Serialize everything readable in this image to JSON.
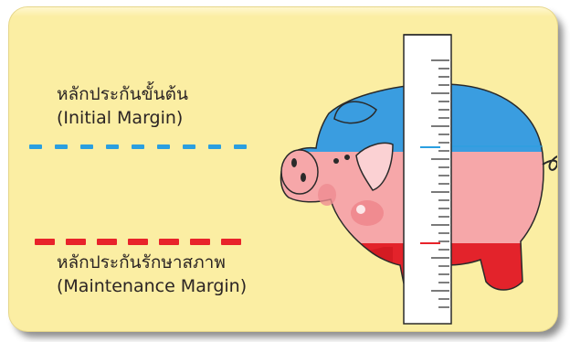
{
  "initial_margin": {
    "thai": "หลักประกันขั้นต้น",
    "english": "(Initial Margin)",
    "line_color": "#2a9fe0"
  },
  "maintenance_margin": {
    "thai": "หลักประกันรักษาสภาพ",
    "english": "(Maintenance Margin)",
    "line_color": "#e8232a"
  },
  "background_color": "#fbeea3",
  "illustration": {
    "subject": "piggy bank with measuring ruler",
    "fill_levels": {
      "top": "#3a9de0",
      "middle": "#f6a7a9",
      "bottom": "#e3232b"
    }
  }
}
